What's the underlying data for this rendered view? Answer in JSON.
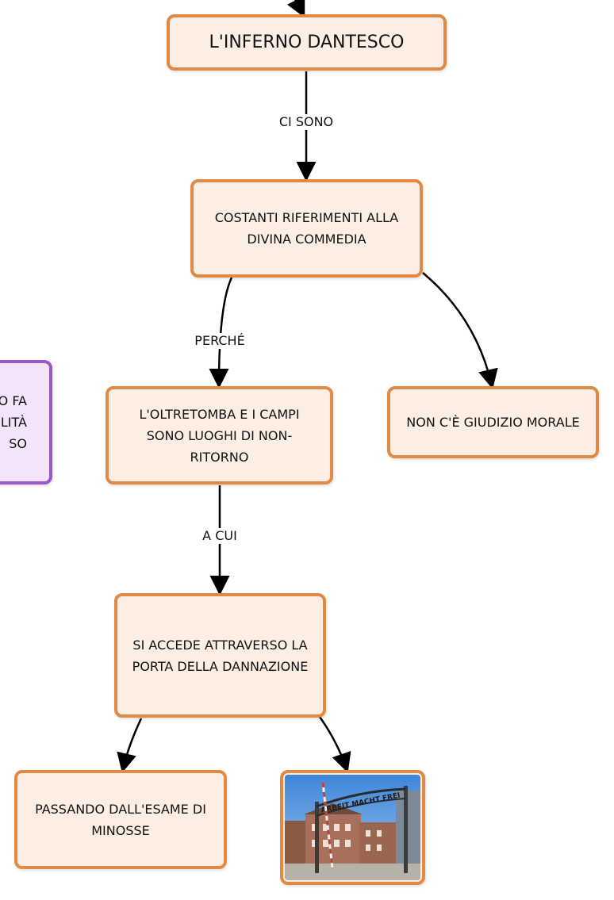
{
  "nodes": {
    "inferno": "L'INFERNO DANTESCO",
    "riferimenti": "COSTANTI RIFERIMENTI ALLA DIVINA COMMEDIA",
    "oltretomba": "L'OLTRETOMBA E I CAMPI SONO LUOGHI DI NON-RITORNO",
    "giudizio": "NON C'È GIUDIZIO MORALE",
    "accede": "SI ACCEDE ATTRAVERSO LA PORTA DELLA DANNAZIONE",
    "minosse": "PASSANDO DALL'ESAME DI MINOSSE",
    "partial": "O FA\nLITÀ\nSO"
  },
  "links": {
    "ci_sono": "CI SONO",
    "perche": "PERCHÉ",
    "a_cui": "A CUI"
  },
  "image": {
    "gate_sign": "ARBEIT MACHT FREI"
  },
  "colors": {
    "node_fill": "#fdeee4",
    "node_border": "#e08a45",
    "purple_fill": "#f3e3fb",
    "purple_border": "#9b59c8"
  }
}
